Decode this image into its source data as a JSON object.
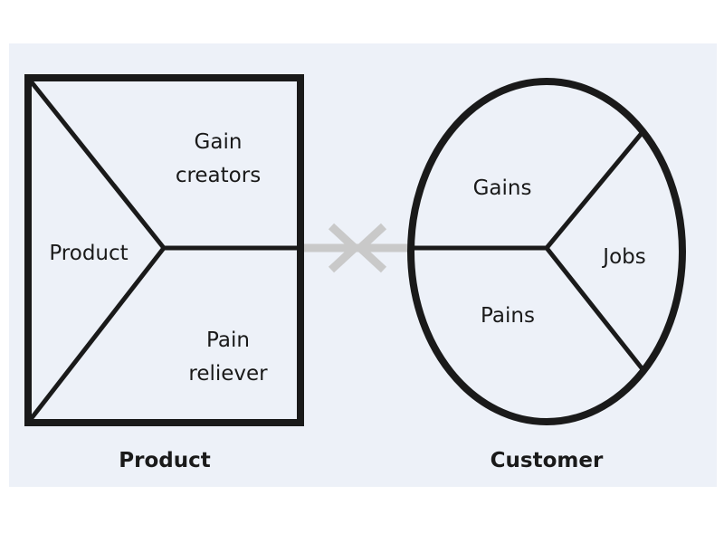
{
  "product_canvas": {
    "caption": "Product",
    "sections": {
      "gain_creators": [
        "Gain",
        "creators"
      ],
      "product": "Product",
      "pain_reliever": [
        "Pain",
        "reliever"
      ]
    }
  },
  "customer_profile": {
    "caption": "Customer",
    "sections": {
      "gains": "Gains",
      "jobs": "Jobs",
      "pains": "Pains"
    }
  },
  "colors": {
    "stroke": "#1a1a1a",
    "arrow": "#c9c9c9",
    "panel": "#edf1f8"
  }
}
